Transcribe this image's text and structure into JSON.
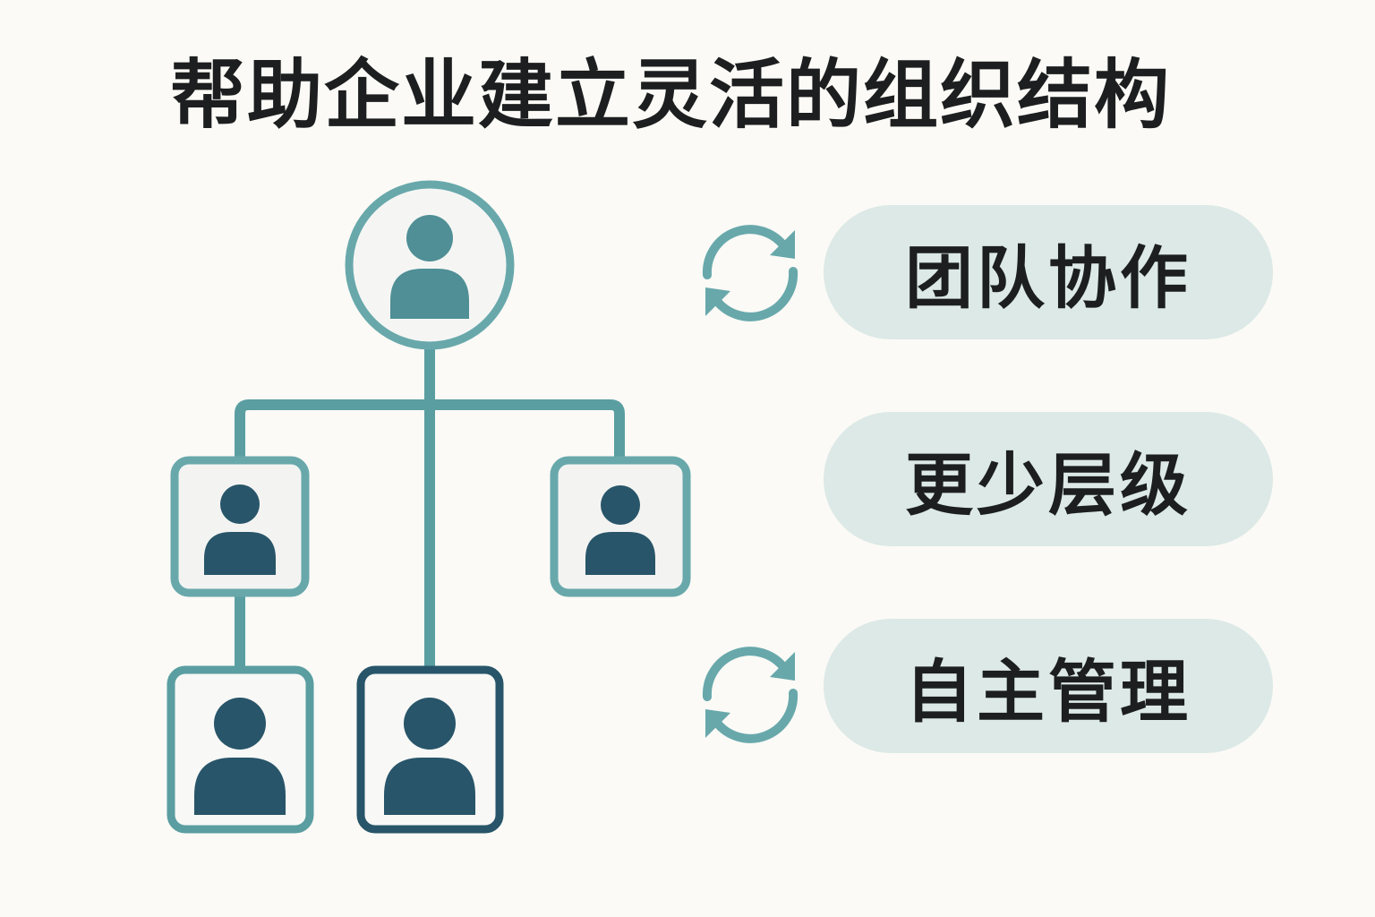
{
  "title": "帮助企业建立灵活的组织结构",
  "colors": {
    "background": "#fbfaf6",
    "teal": "#5a9ea1",
    "teal_light": "#68a8ab",
    "navy": "#285569",
    "pill_fill": "#dce9e6",
    "text": "#1c1e1f"
  },
  "icons": {
    "person": "person-icon",
    "cycle": "cycle-arrows-icon"
  },
  "features": [
    {
      "label": "团队协作",
      "icon": "cycle-arrows-icon"
    },
    {
      "label": "更少层级"
    },
    {
      "label": "自主管理",
      "icon": "cycle-arrows-icon"
    }
  ]
}
